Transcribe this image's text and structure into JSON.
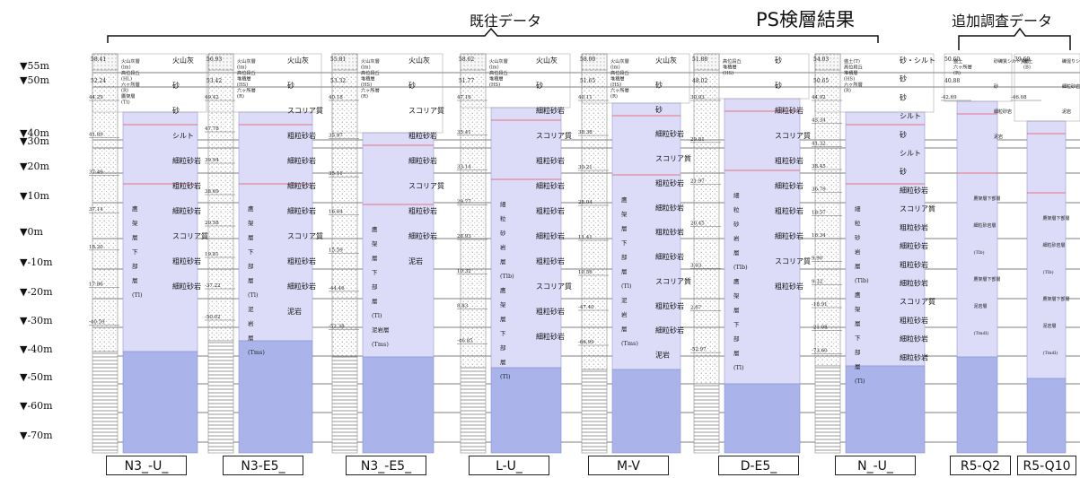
{
  "headers": {
    "existing_data": "既往データ",
    "ps_result": "PS検層結果",
    "additional_data": "追加調査データ"
  },
  "elevation_labels": [
    "▼55m",
    "▼50m",
    "▼40m",
    "▼30m",
    "▼20m",
    "▼10m",
    "▼0m",
    "▼-10m",
    "▼-20m",
    "▼-30m",
    "▼-40m",
    "▼-50m",
    "▼-60m",
    "▼-70m"
  ],
  "columns": [
    {
      "name": "N3_-U_",
      "top_elev": "58.41",
      "surface_elev": "52.24",
      "depth_marks": [
        "44.29",
        "41.89",
        "37.49",
        "37.14",
        "18.20",
        "17.86",
        "-40.59"
      ],
      "layer_labels": [
        "火山灰層",
        "(lm)",
        "高位段丘",
        "(HL)",
        "六ヶ所層",
        "(R)",
        "鷹架層",
        "(Tt)"
      ],
      "ps_labels": [
        "火山灰",
        "砂",
        "砂",
        "シルト",
        "細粒砂岩",
        "粗粒砂岩",
        "細粒砂岩",
        "スコリア質",
        "粗粒砂岩",
        "細粒砂岩"
      ],
      "formation_labels": [
        "鷹",
        "架",
        "層",
        "下",
        "部",
        "層",
        "(Tl)"
      ]
    },
    {
      "name": "N3-E5_",
      "top_elev": "56.93",
      "surface_elev": "53.42",
      "depth_marks": [
        "49.42",
        "47.78",
        "39.94",
        "38.69",
        "20.58",
        "19.81",
        "-37.22",
        "-50.02"
      ],
      "layer_labels": [
        "火山灰層",
        "(lm)",
        "高位段丘",
        "堆積層",
        "(HS)",
        "六ヶ所層",
        "(R)"
      ],
      "ps_labels": [
        "火山灰",
        "砂",
        "スコリア質",
        "粗粒砂岩",
        "細粒砂岩",
        "細粒砂岩",
        "細粒砂岩",
        "スコリア質",
        "粗粒砂岩",
        "細粒砂岩",
        "泥岩"
      ],
      "formation_labels": [
        "鷹",
        "架",
        "層",
        "下",
        "部",
        "層",
        "(Tl)",
        "泥",
        "岩",
        "層",
        "(Tms)"
      ]
    },
    {
      "name": "N3_-E5_",
      "top_elev": "55.81",
      "surface_elev": "53.32",
      "depth_marks": [
        "40.18",
        "35.97",
        "35.11",
        "16.04",
        "15.59",
        "-44.46",
        "-52.38"
      ],
      "layer_labels": [
        "火山灰層",
        "(lm)",
        "高位段丘",
        "堆積層",
        "(HS)",
        "六ヶ所層",
        "(R)"
      ],
      "ps_labels": [
        "火山灰",
        "砂",
        "スコリア質",
        "粗粒砂岩",
        "細粒砂岩",
        "スコリア質",
        "粗粒砂岩",
        "細粒砂岩",
        "泥岩"
      ],
      "formation_labels": [
        "鷹",
        "架",
        "層",
        "下",
        "部",
        "層",
        "(Tl)",
        "泥岩層",
        "(Tms)"
      ]
    },
    {
      "name": "L-U_",
      "top_elev": "58.62",
      "surface_elev": "51.77",
      "depth_marks": [
        "47.16",
        "35.41",
        "33.14",
        "29.77",
        "28.93",
        "10.32",
        "8.83",
        "-46.85"
      ],
      "layer_labels": [
        "火山灰層",
        "(lm)",
        "高位段丘",
        "堆積層",
        "(HS)"
      ],
      "ps_labels": [
        "火山灰",
        "砂",
        "細粒砂岩",
        "スコリア質",
        "粗粒砂岩",
        "細粒砂岩",
        "粗粒砂岩",
        "細粒砂岩",
        "粗粒砂岩",
        "スコリア質",
        "粗粒砂岩",
        "細粒砂岩"
      ],
      "formation_labels": [
        "細",
        "粒",
        "砂",
        "岩",
        "層",
        "(Tlb)",
        "鷹",
        "架",
        "層",
        "下",
        "部",
        "層",
        "(Tl)"
      ]
    },
    {
      "name": "M-V",
      "top_elev": "58.00",
      "surface_elev": "51.65",
      "depth_marks": [
        "40.11",
        "38.38",
        "30.21",
        "28.04",
        "11.41",
        "10.56",
        "-47.40",
        "-66.99"
      ],
      "layer_labels": [
        "火山灰層",
        "(lm)",
        "高位段丘",
        "堆積層",
        "(HS)",
        "六ヶ所層",
        "(R)"
      ],
      "ps_labels": [
        "火山灰",
        "砂",
        "砂",
        "細粒砂岩",
        "スコリア質",
        "粗粒砂岩",
        "細粒砂岩",
        "粗粒砂岩",
        "細粒砂岩",
        "スコリア質",
        "粗粒砂岩",
        "細粒砂岩",
        "泥岩"
      ],
      "formation_labels": [
        "鷹",
        "架",
        "層",
        "下",
        "部",
        "層",
        "(Tl)",
        "泥",
        "岩",
        "層",
        "(Tms)"
      ]
    },
    {
      "name": "D-E5_",
      "top_elev": "51.88",
      "surface_elev": "48.02",
      "depth_marks": [
        "30.93",
        "29.81",
        "21.97",
        "20.45",
        "3.03",
        "2.67",
        "-52.97"
      ],
      "layer_labels": [
        "高位段丘",
        "堆積層",
        "(HS)"
      ],
      "ps_labels": [
        "砂",
        "砂",
        "細粒砂岩",
        "スコリア質",
        "粗粒砂岩",
        "細粒砂岩",
        "粗粒砂岩",
        "細粒砂岩",
        "スコリア質",
        "粗粒砂岩"
      ],
      "formation_labels": [
        "細",
        "粒",
        "砂",
        "岩",
        "層",
        "(Tlb)",
        "鷹",
        "架",
        "層",
        "下",
        "部",
        "層",
        "(Tl)"
      ]
    },
    {
      "name": "N_-U_",
      "top_elev": "54.03",
      "surface_elev": "50.65",
      "depth_marks": [
        "44.92",
        "43.34",
        "41.32",
        "38.45",
        "36.79",
        "18.57",
        "16.34",
        "9.90",
        "9.32",
        "-18.91",
        "-21.08",
        "-73.60"
      ],
      "layer_labels": [
        "盛土(T)",
        "高位段丘",
        "堆積層",
        "(HS)",
        "六ヶ所層",
        "(R)"
      ],
      "ps_labels": [
        "砂・シルト",
        "砂",
        "砂",
        "シルト",
        "砂",
        "シルト",
        "砂",
        "細粒砂岩",
        "スコリア質",
        "粗粒砂岩",
        "細粒砂岩",
        "粗粒砂岩",
        "細粒砂岩",
        "スコリア質",
        "粗粒砂岩",
        "細粒砂岩",
        "細粒砂岩"
      ],
      "formation_labels": [
        "細",
        "粒",
        "砂",
        "岩",
        "層",
        "(Tlb)",
        "鷹",
        "架",
        "層",
        "下",
        "部",
        "層",
        "(Tl)"
      ]
    },
    {
      "name": "R5-Q2",
      "top_elev": "50.60",
      "surface_elev": "40.88",
      "depth_marks": [
        "-42.69"
      ],
      "layer_labels": [
        "盛土",
        "六ヶ所層",
        "(R)"
      ],
      "ps_labels": [
        "砂礫質シルト質砂",
        "砂",
        "細粒砂岩",
        "泥岩"
      ],
      "formation_labels": [
        "鷹架層下部層",
        "細粒砂岩層",
        "(Tlb)",
        "鷹架層下部層",
        "泥岩層",
        "(Tmdl)"
      ]
    },
    {
      "name": "R5-Q10",
      "top_elev": "39.69",
      "surface_elev": "",
      "depth_marks": [
        "-46.08"
      ],
      "layer_labels": [
        "盛土",
        "(B)"
      ],
      "ps_labels": [
        "礫混りシルト質砂",
        "細粒砂岩",
        "泥岩"
      ],
      "formation_labels": [
        "鷹架層下部層",
        "細粒砂岩層",
        "(Tlb)",
        "鷹架層下部層",
        "泥岩層",
        "(Tmdl)"
      ]
    }
  ]
}
